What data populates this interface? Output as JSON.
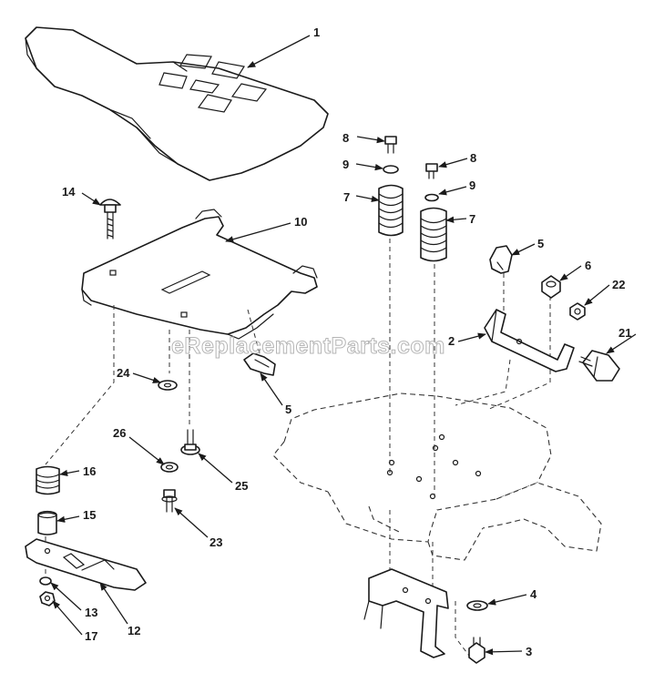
{
  "watermark": "eReplacementParts.com",
  "callouts": {
    "c1": "1",
    "c2": "2",
    "c3": "3",
    "c4": "4",
    "c5a": "5",
    "c5b": "5",
    "c6": "6",
    "c7a": "7",
    "c7b": "7",
    "c8a": "8",
    "c8b": "8",
    "c9a": "9",
    "c9b": "9",
    "c10": "10",
    "c12": "12",
    "c13": "13",
    "c14": "14",
    "c15": "15",
    "c16": "16",
    "c17": "17",
    "c21": "21",
    "c22": "22",
    "c23": "23",
    "c24": "24",
    "c25": "25",
    "c26": "26"
  }
}
